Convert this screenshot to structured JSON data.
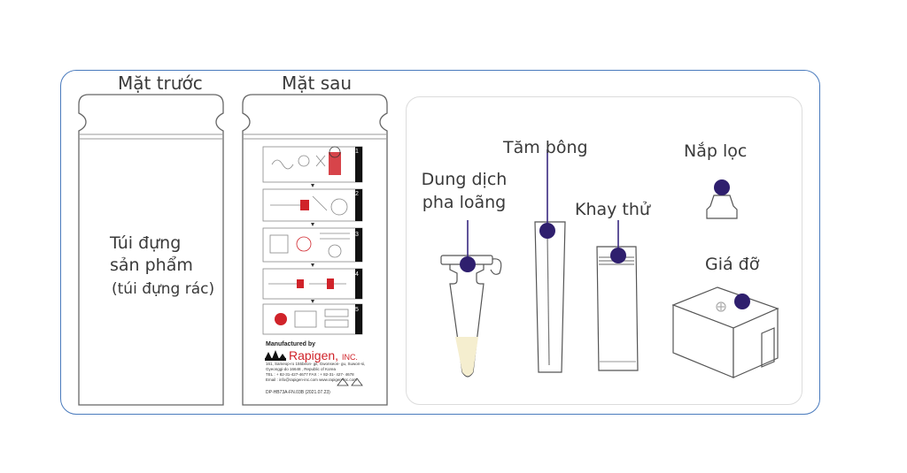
{
  "headers": {
    "front": "Mặt trước",
    "back": "Mặt sau"
  },
  "front_pouch": {
    "line1": "Túi đựng",
    "line2": "sản phẩm",
    "line3": "(túi đựng rác)"
  },
  "back_pouch": {
    "manufactured_by": "Manufactured by",
    "brand": "Rapigen,",
    "brand_suffix": "INC.",
    "address1": "161, Sameop-ro 155beon- gil, Gwonseon- gu, Suwon-si,",
    "address2": "Gyeonggi-do 16648 , Republic of Korea",
    "tel_fax": "TEL : + 82-31-427-4677   FAX : + 82-31- 427- 4678",
    "email_web": "Email : info@rapigen-inc.com        www.rapigen-inc.com",
    "doc_code": "DP-HB73A-FN.03B (2021.07.23)",
    "step_tabs": [
      "1",
      "2",
      "3",
      "4",
      "5"
    ]
  },
  "components": {
    "diluent_line1": "Dung dịch",
    "diluent_line2": "pha loãng",
    "swab": "Tăm bông",
    "cassette": "Khay thử",
    "filter_cap": "Nắp lọc",
    "stand": "Giá đỡ"
  },
  "colors": {
    "frame": "#4a7bbd",
    "marker": "#2f1f6e",
    "line": "#3a2a80",
    "outline": "#555555",
    "accent_red": "#d0232a"
  }
}
